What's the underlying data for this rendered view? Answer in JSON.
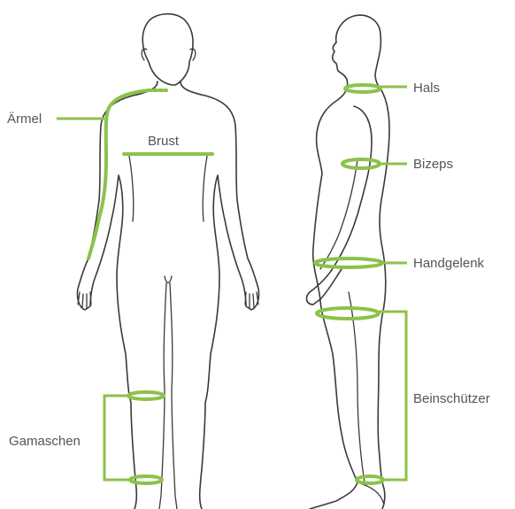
{
  "accent_color": "#8cc24a",
  "outline_color": "#3a3a3a",
  "label_color": "#555555",
  "labels": {
    "sleeve": "Ärmel",
    "chest": "Brust",
    "gaiters": "Gamaschen",
    "neck": "Hals",
    "biceps": "Bizeps",
    "wrist": "Handgelenk",
    "leg_guards": "Beinschützer"
  },
  "figures": {
    "front": {
      "view": "front",
      "icon": "human-front-silhouette"
    },
    "side": {
      "view": "side",
      "icon": "human-side-silhouette"
    }
  }
}
